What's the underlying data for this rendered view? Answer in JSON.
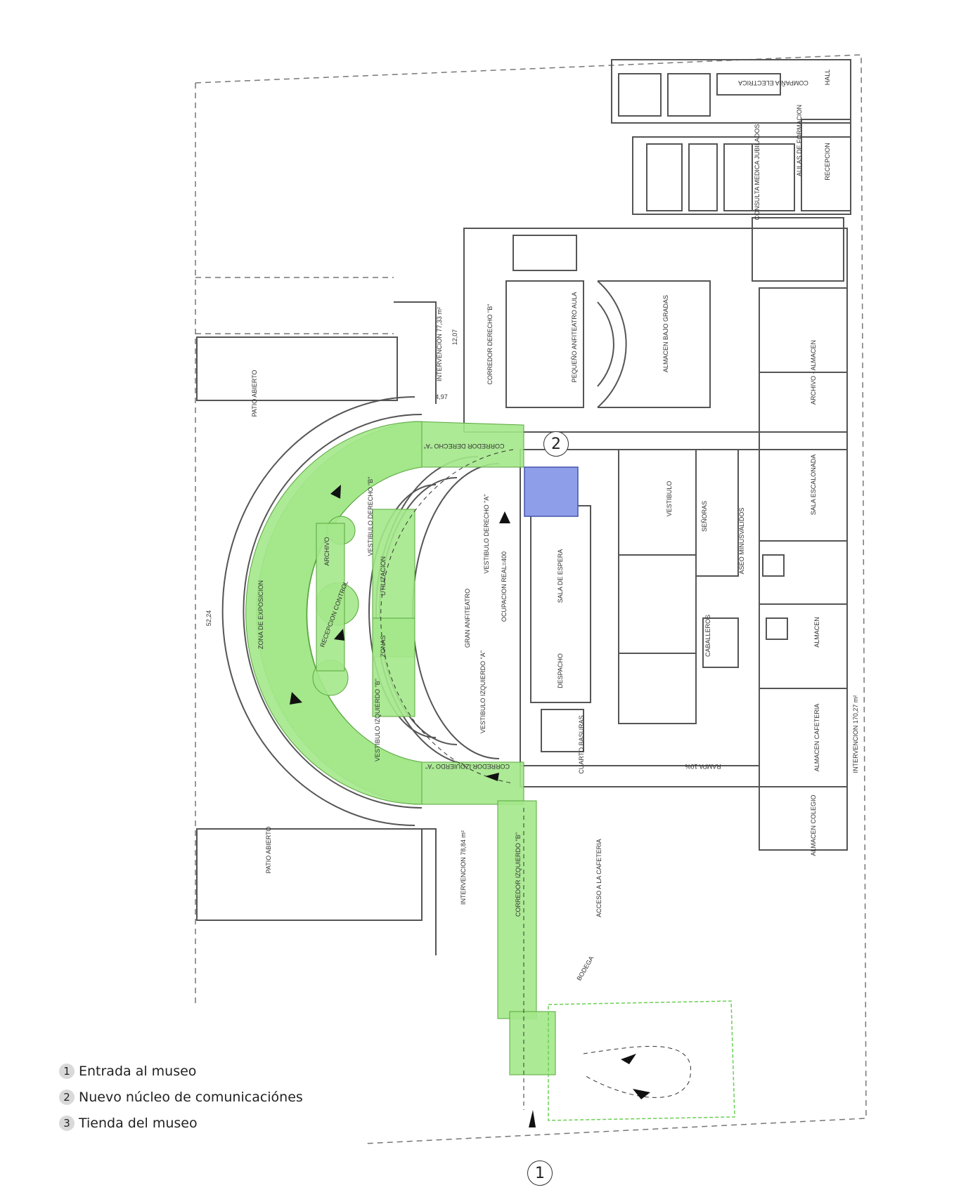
{
  "legend": [
    {
      "num": "1",
      "text": "Entrada al museo"
    },
    {
      "num": "2",
      "text": "Nuevo núcleo de comunicaciónes"
    },
    {
      "num": "3",
      "text": "Tienda del museo"
    }
  ],
  "markers": {
    "entrance": "1",
    "core": "2"
  },
  "colors": {
    "route": "#a3e88a",
    "core": "#8f9ee8",
    "line": "#555555"
  },
  "rooms": {
    "patio_top": "PATIO ABIERTO",
    "patio_bottom": "PATIO ABIERTO",
    "zona_exposicion": "ZONA DE EXPOSICION",
    "corredor_derecho_a": "CORREDOR DERECHO \"A\"",
    "corredor_izquierdo_a": "CORREDOR IZQUIERDO \"A\"",
    "corredor_derecho_b": "CORREDOR DERECHO \"B\"",
    "corredor_izquierdo_b": "CORREDOR IZQUIERDO \"B\"",
    "gran_anfiteatro": "GRAN ANFITEATRO",
    "ocupacion": "OCUPACION REAL=400",
    "sala_espera": "SALA DE ESPERA",
    "despacho": "DESPACHO",
    "vestibulo": "VESTIBULO",
    "almacen_gradas": "ALMACEN BAJO GRADAS",
    "pequeno_anfiteatro": "PEQUEÑO ANFITEATRO AULA",
    "archivo_almacen": "ARCHIVO - ALMACEN",
    "sala_escalonada": "SALA ESCALONADA",
    "almacen": "ALMACEN",
    "almacen_cafeteria": "ALMACEN CAFETERIA",
    "almacen_colegio": "ALMACEN COLEGIO",
    "acceso_cafeteria": "ACCESO A LA CAFETERIA",
    "bodega": "BODEGA",
    "cuarto_basuras": "CUARTO BASURAS",
    "senoras": "SEÑORAS",
    "caballeros": "CABALLEROS",
    "aseo_minusvalidos": "ASEO MINUSVALIDOS",
    "rampa": "RAMPA 10%",
    "recepcion": "RECEPCION",
    "aulas_formacion": "AULAS DE FORMACION",
    "consulta_medica": "CONSULTA MEDICA JUBILADOS",
    "compania_electrica": "COMPAÑIA ELECTRICA",
    "hall": "HALL",
    "intervencion_1": "INTERVENCION 77,33 m²",
    "intervencion_2": "INTERVENCION 78,84 m²",
    "intervencion_3": "INTERVENCION 170,27 m²",
    "vestibulo_derecho_b": "VESTIBULO DERECHO \"B\"",
    "vestibulo_izquierdo_b": "VESTIBULO IZQUIERDO \"B\"",
    "vestibulo_derecho_a": "VESTIBULO DERECHO \"A\"",
    "vestibulo_izquierdo_a": "VESTIBULO IZQUIERDO \"A\"",
    "archivo": "ARCHIVO",
    "utilizacion": "UTILIZACION",
    "zonas": "ZONAS",
    "recepcion_control": "RECEPCION CONTROL",
    "dim_52": "52,24",
    "dim_497": "4,97",
    "dim_1207": "12,07"
  }
}
